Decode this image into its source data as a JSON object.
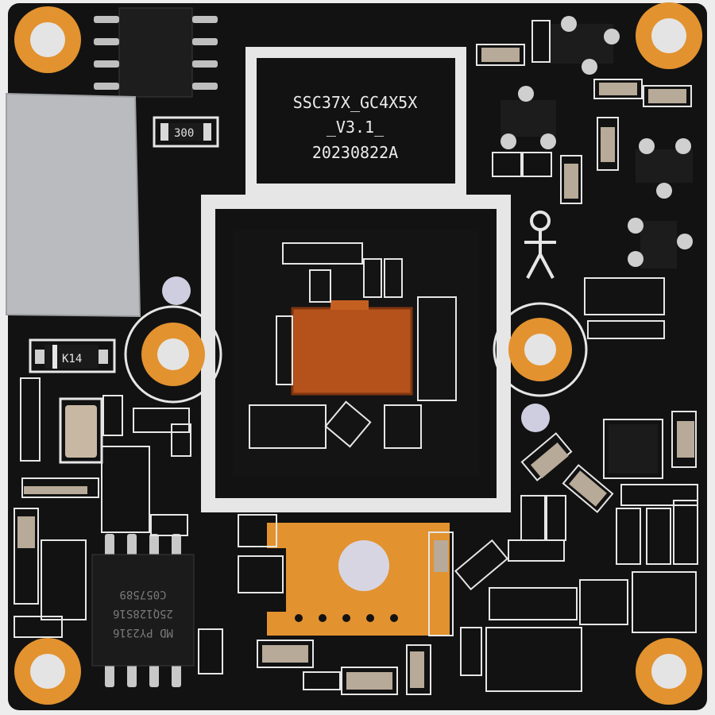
{
  "board": {
    "silk_id_line1": "SSC37X_GC4X5X",
    "silk_id_line2": "_V3.1_",
    "silk_id_line3": "20230822A",
    "resistor_marking": "300",
    "diode_marking": "K14",
    "flash_chip_line1": "MD PY2316",
    "flash_chip_line2": "25Q128S16",
    "flash_chip_line3": "C057589",
    "colors": {
      "board": "#121212",
      "silkscreen": "#e6e6e6",
      "pad_gold": "#e2922f",
      "sensor_copper": "#b5521c",
      "tape_silver": "#b9bbbe",
      "component_tan": "#c8b8a3"
    }
  }
}
